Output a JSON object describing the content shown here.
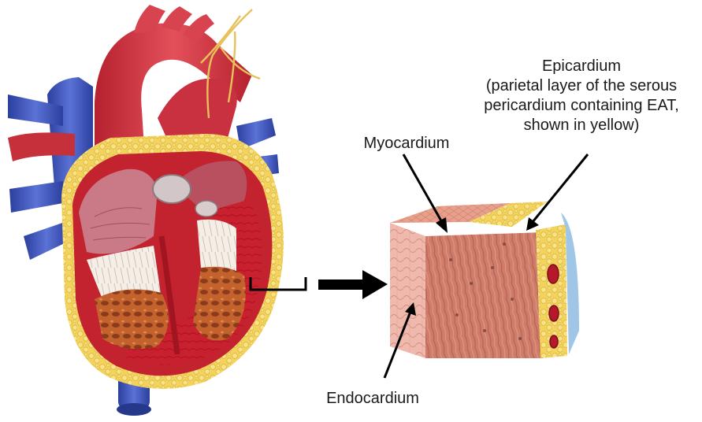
{
  "labels": {
    "myocardium": "Myocardium",
    "epicardium_title": "Epicardium",
    "epicardium_line1": "(parietal layer of the serous",
    "epicardium_line2": "pericardium containing EAT,",
    "epicardium_line3": "shown in yellow)",
    "endocardium": "Endocardium"
  },
  "colors": {
    "heart_red": "#c8283a",
    "artery_red": "#d23a44",
    "vein_blue": "#3d53b8",
    "fat_yellow": "#f2d45a",
    "muscle_pink": "#d98a78",
    "valve_white": "#efe6dc",
    "nerve_gold": "#e8c35a",
    "arrow": "#000000"
  }
}
